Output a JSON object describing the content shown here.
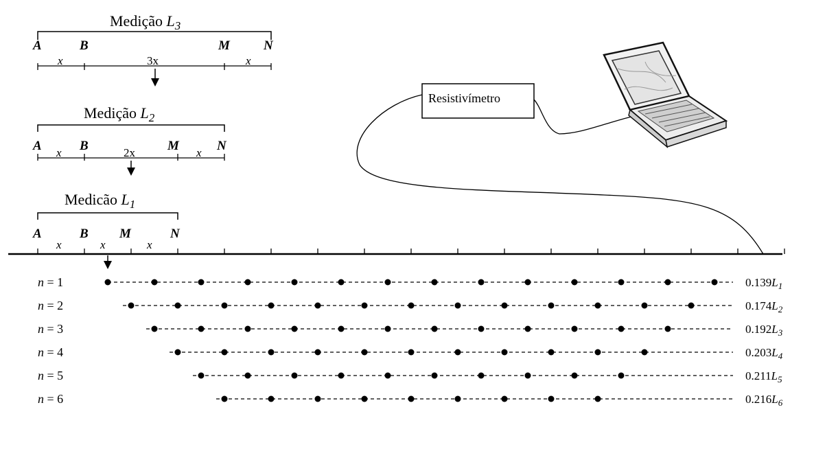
{
  "measurements": [
    {
      "title": "Medição ",
      "title_symbol": "L",
      "title_sub": "3",
      "electrodes": [
        "A",
        "B",
        "M",
        "N"
      ],
      "spacings": [
        "x",
        "3x",
        "x"
      ]
    },
    {
      "title": "Medição ",
      "title_symbol": "L",
      "title_sub": "2",
      "electrodes": [
        "A",
        "B",
        "M",
        "N"
      ],
      "spacings": [
        "x",
        "2x",
        "x"
      ]
    },
    {
      "title": "Medicão ",
      "title_symbol": "L",
      "title_sub": "1",
      "electrodes": [
        "A",
        "B",
        "M",
        "N"
      ],
      "spacings": [
        "x",
        "x",
        "x"
      ]
    }
  ],
  "instrument": {
    "label": "Resistivímetro",
    "computer_icon": "laptop-icon"
  },
  "levels": [
    {
      "n_label": "n",
      "eq": " = ",
      "n_value": "1",
      "point_count": 14,
      "depth_coef": "0.139",
      "depth_symbol": "L",
      "depth_sub": "1"
    },
    {
      "n_label": "n",
      "eq": " = ",
      "n_value": "2",
      "point_count": 13,
      "depth_coef": "0.174",
      "depth_symbol": "L",
      "depth_sub": "2"
    },
    {
      "n_label": "n",
      "eq": " = ",
      "n_value": "3",
      "point_count": 12,
      "depth_coef": "0.192",
      "depth_symbol": "L",
      "depth_sub": "3"
    },
    {
      "n_label": "n",
      "eq": " = ",
      "n_value": "4",
      "point_count": 11,
      "depth_coef": "0.203",
      "depth_symbol": "L",
      "depth_sub": "4"
    },
    {
      "n_label": "n",
      "eq": " = ",
      "n_value": "5",
      "point_count": 10,
      "depth_coef": "0.211",
      "depth_symbol": "L",
      "depth_sub": "5"
    },
    {
      "n_label": "n",
      "eq": " = ",
      "n_value": "6",
      "point_count": 9,
      "depth_coef": "0.216",
      "depth_symbol": "L",
      "depth_sub": "6"
    }
  ],
  "surface_electrode_count": 17
}
